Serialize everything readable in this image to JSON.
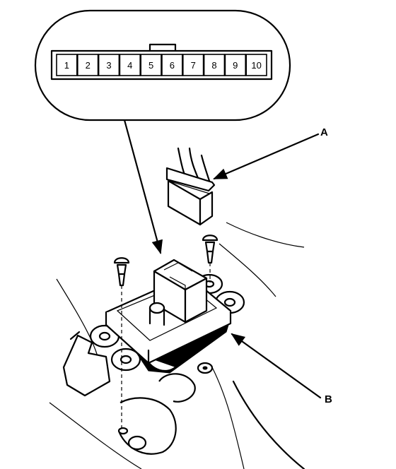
{
  "connector_inset": {
    "pins": [
      "1",
      "2",
      "3",
      "4",
      "5",
      "6",
      "7",
      "8",
      "9",
      "10"
    ]
  },
  "callouts": {
    "a": "A",
    "b": "B"
  }
}
